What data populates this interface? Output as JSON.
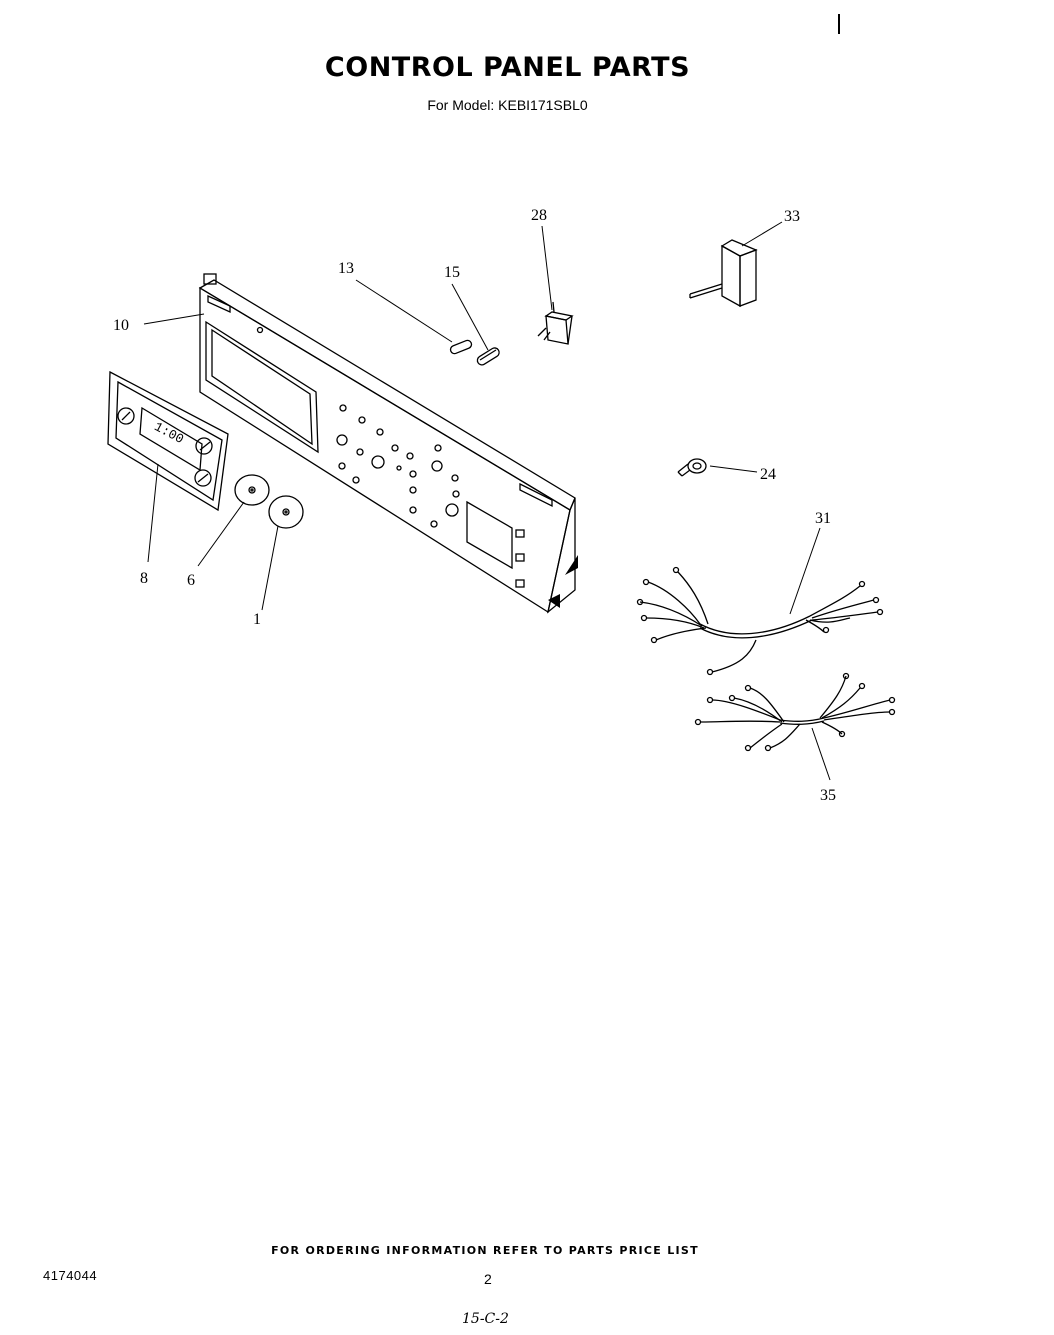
{
  "header": {
    "title": "CONTROL PANEL PARTS",
    "subtitle": "For Model: KEBI171SBL0"
  },
  "callouts": {
    "c1": "1",
    "c6": "6",
    "c8": "8",
    "c10": "10",
    "c13": "13",
    "c15": "15",
    "c24": "24",
    "c28": "28",
    "c31": "31",
    "c33": "33",
    "c35": "35"
  },
  "clock_display": "1:00",
  "footer": {
    "ordering_note": "FOR ORDERING INFORMATION REFER TO PARTS PRICE LIST",
    "doc_number": "4174044",
    "page_number": "2",
    "handwritten_code": "15-C-2"
  }
}
